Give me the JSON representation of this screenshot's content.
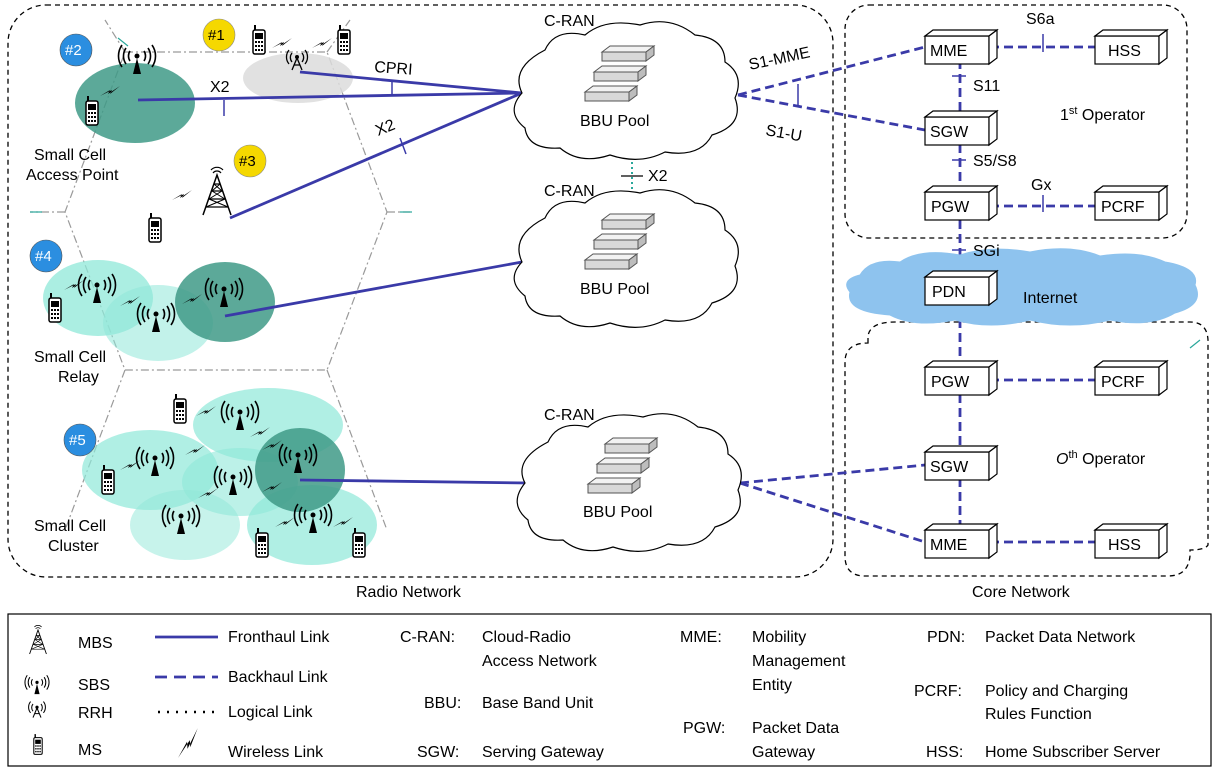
{
  "regions": {
    "radio_network": "Radio Network",
    "core_network": "Core Network"
  },
  "badges": [
    "#1",
    "#2",
    "#3",
    "#4",
    "#5"
  ],
  "small_cells": {
    "access_point": [
      "Small Cell",
      "Access Point"
    ],
    "relay": [
      "Small Cell",
      "Relay"
    ],
    "cluster": [
      "Small Cell",
      "Cluster"
    ]
  },
  "cran": {
    "label": "C-RAN",
    "pool": "BBU Pool"
  },
  "interfaces": {
    "x2": "X2",
    "cpri": "CPRI",
    "s1_mme": "S1-MME",
    "s1_u": "S1-U",
    "s6a": "S6a",
    "s11": "S11",
    "s5s8": "S5/S8",
    "gx": "Gx",
    "sgi": "SGi"
  },
  "nodes": {
    "mme": "MME",
    "hss": "HSS",
    "sgw": "SGW",
    "pgw": "PGW",
    "pcrf": "PCRF",
    "pdn": "PDN"
  },
  "internet": "Internet",
  "operators": {
    "first_prefix": "1",
    "first_sup": "st",
    "first_suffix": " Operator",
    "oth_prefix": "O",
    "oth_sup": "th",
    "oth_suffix": " Operator"
  },
  "colors": {
    "fronthaul": "#3a3aa8",
    "backhaul": "#3a3aa8",
    "badge_blue": "#2b8ee0",
    "badge_yellow": "#f5d800",
    "cell_dark": "#3f9a87",
    "cell_light": "#8fe8d8",
    "cell_grey": "#dcdcdc",
    "cloud_blue": "#8ec3ee",
    "hex_line": "#9a9a9a",
    "logical_teal": "#2aa79b"
  },
  "legend": {
    "symbols": [
      {
        "icon": "mbs-icon",
        "label": "MBS"
      },
      {
        "icon": "sbs-icon",
        "label": "SBS"
      },
      {
        "icon": "rrh-icon",
        "label": "RRH"
      },
      {
        "icon": "ms-icon",
        "label": "MS"
      }
    ],
    "links": [
      "Fronthaul Link",
      "Backhaul Link",
      "Logical Link",
      "Wireless Link"
    ],
    "abbrev_col1": [
      {
        "abbr": "C-RAN:",
        "lines": [
          "Cloud-Radio",
          "Access Network"
        ]
      },
      {
        "abbr": "BBU:",
        "lines": [
          "Base Band Unit"
        ]
      },
      {
        "abbr": "SGW:",
        "lines": [
          "Serving Gateway"
        ]
      }
    ],
    "abbrev_col2": [
      {
        "abbr": "MME:",
        "lines": [
          "Mobility",
          "Management",
          "Entity"
        ]
      },
      {
        "abbr": "PGW:",
        "lines": [
          "Packet Data",
          "Gateway"
        ]
      }
    ],
    "abbrev_col3": [
      {
        "abbr": "PDN:",
        "lines": [
          "Packet Data Network"
        ]
      },
      {
        "abbr": "PCRF:",
        "lines": [
          "Policy and Charging",
          "Rules Function"
        ]
      },
      {
        "abbr": "HSS:",
        "lines": [
          "Home Subscriber Server"
        ]
      }
    ]
  }
}
